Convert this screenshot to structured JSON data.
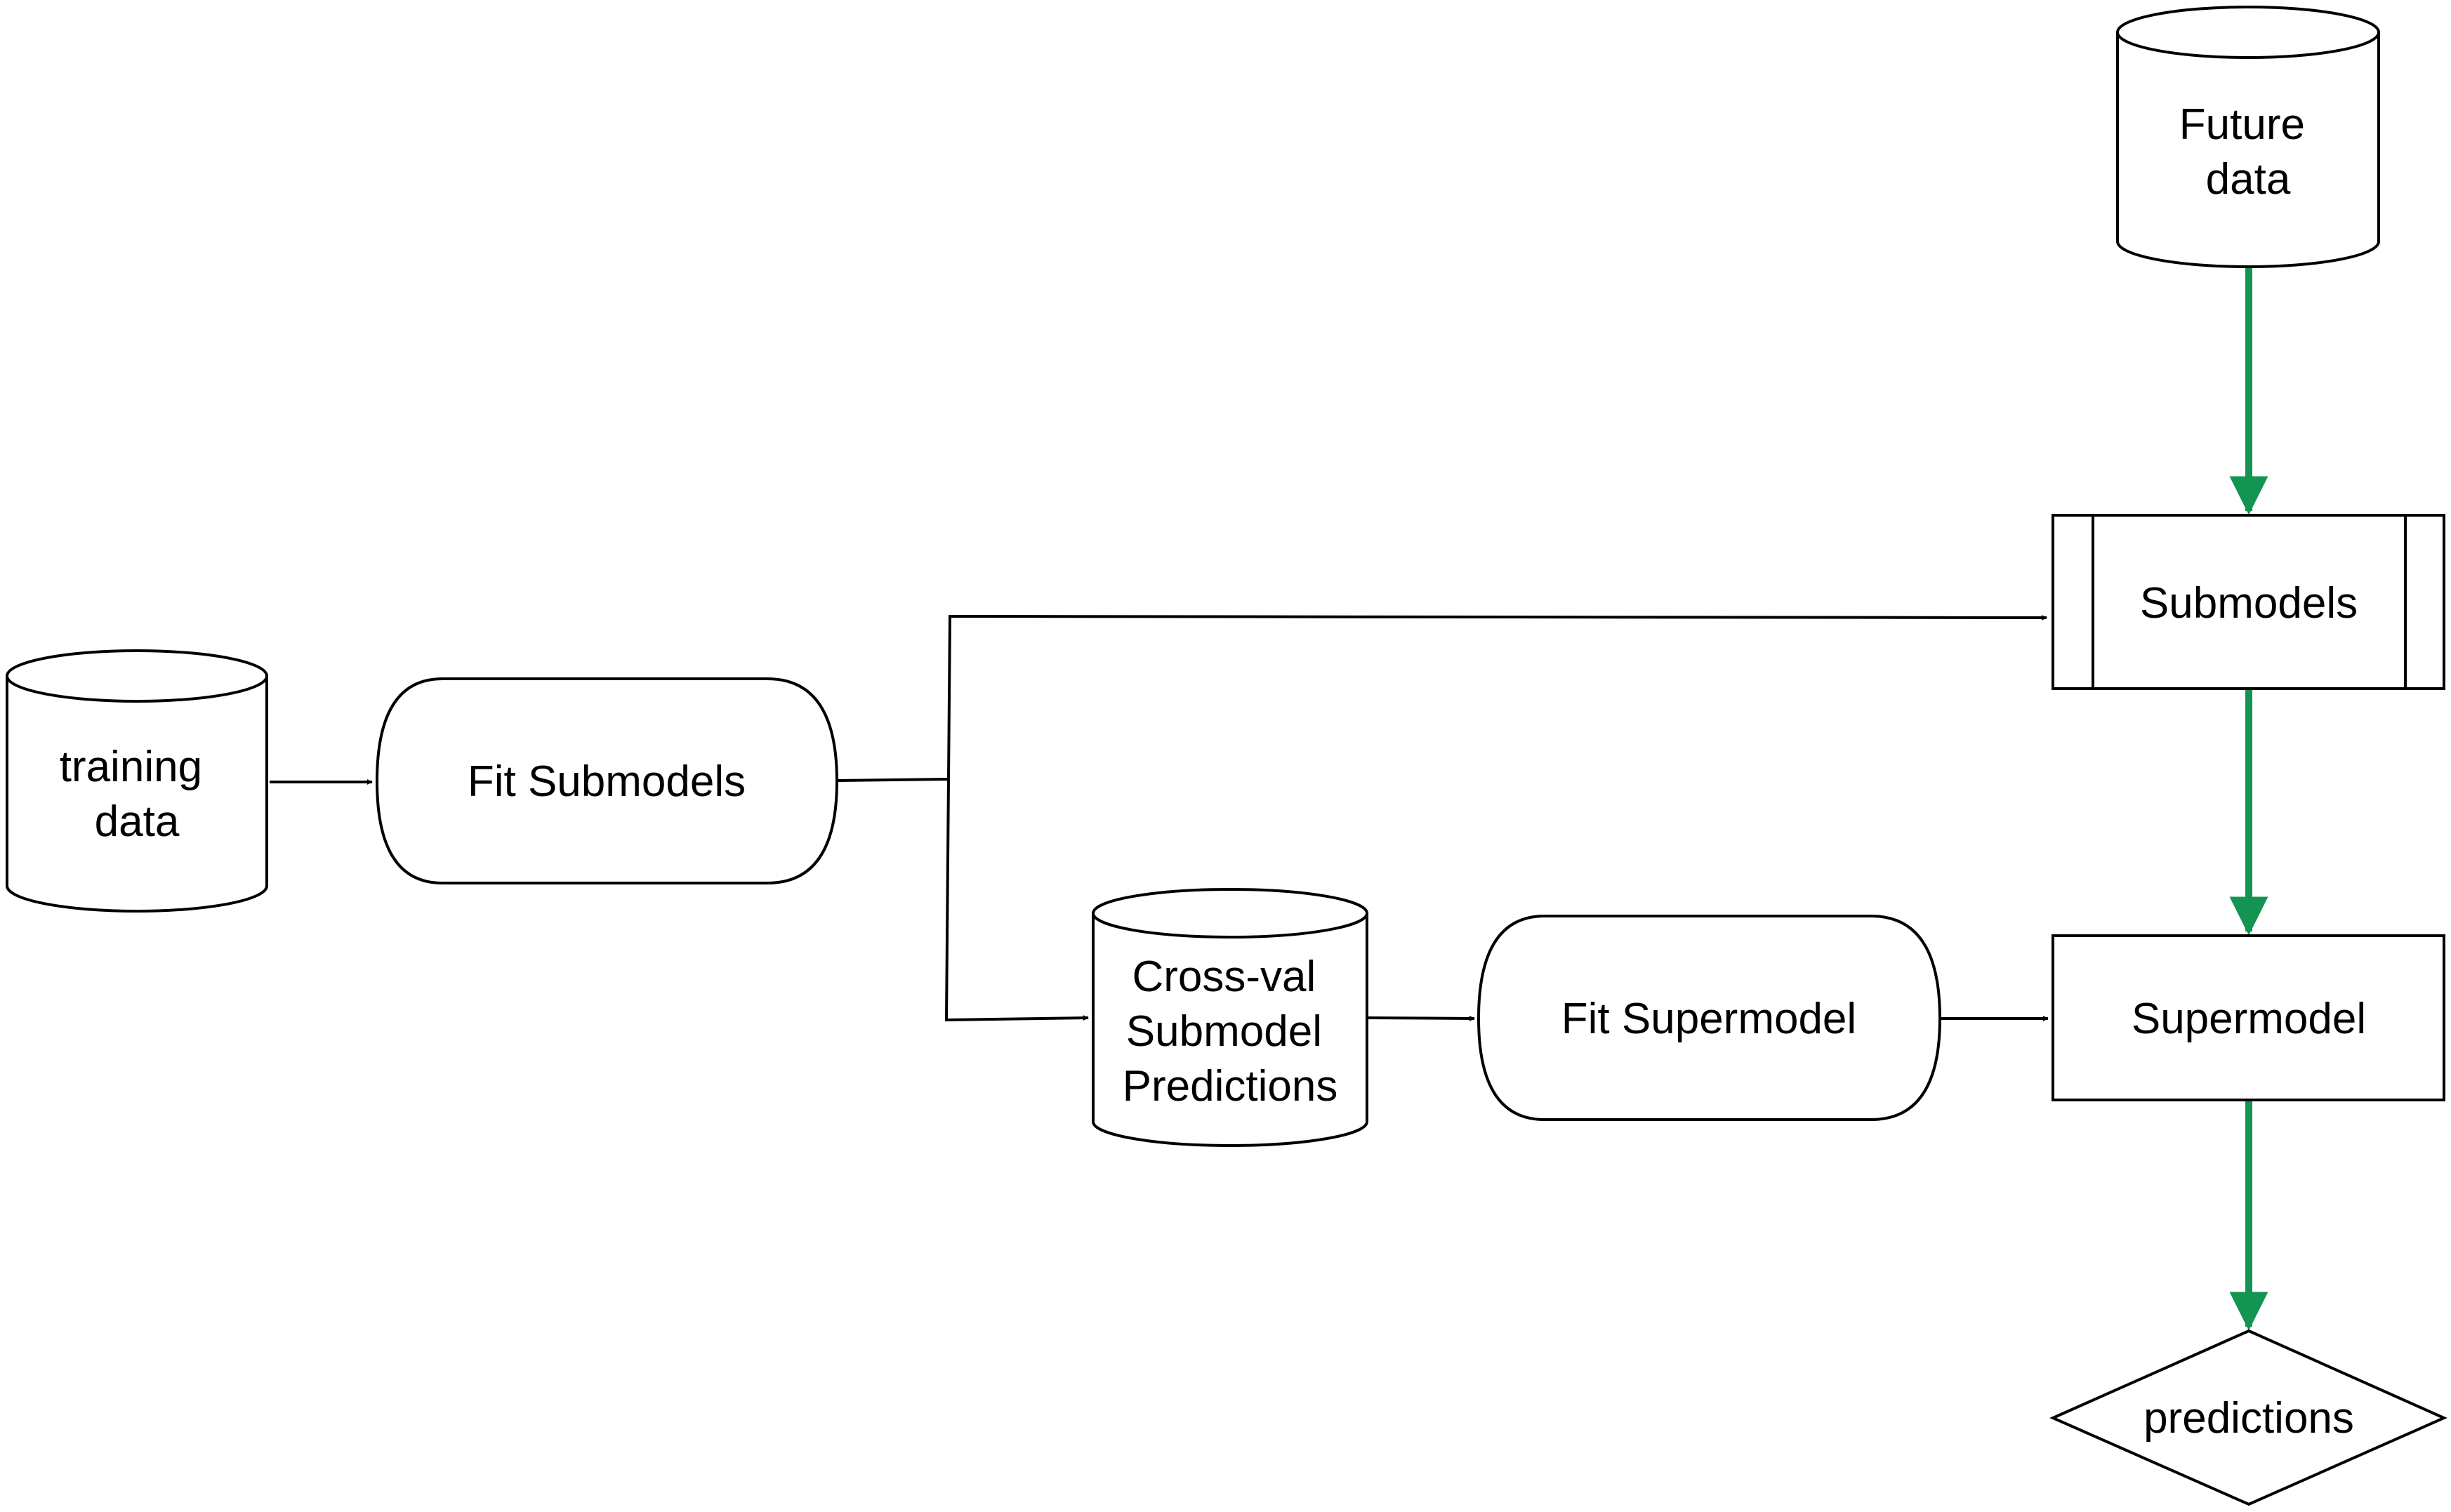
{
  "colors": {
    "line": "#000000",
    "flow_highlight": "#149453",
    "fill": "#ffffff"
  },
  "nodes": {
    "training_data": {
      "shape": "cylinder",
      "lines": [
        "training",
        "data"
      ]
    },
    "fit_submodels": {
      "shape": "terminator",
      "lines": [
        "Fit Submodels"
      ]
    },
    "cv_predictions": {
      "shape": "cylinder",
      "lines": [
        "Cross-val",
        "Submodel",
        "Predictions"
      ]
    },
    "fit_supermodel": {
      "shape": "terminator",
      "lines": [
        "Fit Supermodel"
      ]
    },
    "future_data": {
      "shape": "cylinder",
      "lines": [
        "Future",
        "data"
      ]
    },
    "submodels": {
      "shape": "predefined-process",
      "lines": [
        "Submodels"
      ]
    },
    "supermodel": {
      "shape": "process",
      "lines": [
        "Supermodel"
      ]
    },
    "predictions": {
      "shape": "decision",
      "lines": [
        "predictions"
      ]
    }
  },
  "edges": [
    {
      "from": "training_data",
      "to": "fit_submodels",
      "style": "thin"
    },
    {
      "from": "fit_submodels",
      "to": "submodels",
      "style": "thin"
    },
    {
      "from": "fit_submodels",
      "to": "cv_predictions",
      "style": "thin"
    },
    {
      "from": "cv_predictions",
      "to": "fit_supermodel",
      "style": "thin"
    },
    {
      "from": "fit_supermodel",
      "to": "supermodel",
      "style": "thin"
    },
    {
      "from": "future_data",
      "to": "submodels",
      "style": "highlight"
    },
    {
      "from": "submodels",
      "to": "supermodel",
      "style": "highlight"
    },
    {
      "from": "supermodel",
      "to": "predictions",
      "style": "highlight"
    }
  ]
}
